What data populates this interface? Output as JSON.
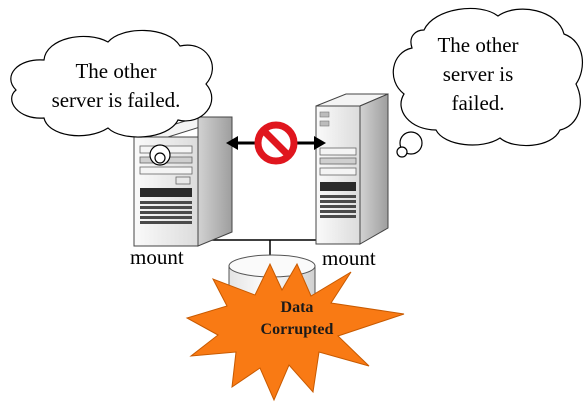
{
  "left_thought": {
    "line1": "The other",
    "line2": "server is failed."
  },
  "right_thought": {
    "line1": "The other",
    "line2": "server is",
    "line3": "failed."
  },
  "labels": {
    "mount_left": "mount",
    "mount_right": "mount"
  },
  "burst": {
    "line1": "Data",
    "line2": "Corrupted"
  },
  "colors": {
    "burst_fill": "#f97a14",
    "prohibit": "#e0161e",
    "server_body": "#eeeeee",
    "server_dark": "#2b2b2b"
  },
  "icons": {
    "prohibit": "no-entry-icon",
    "arrow": "double-arrow-icon"
  }
}
